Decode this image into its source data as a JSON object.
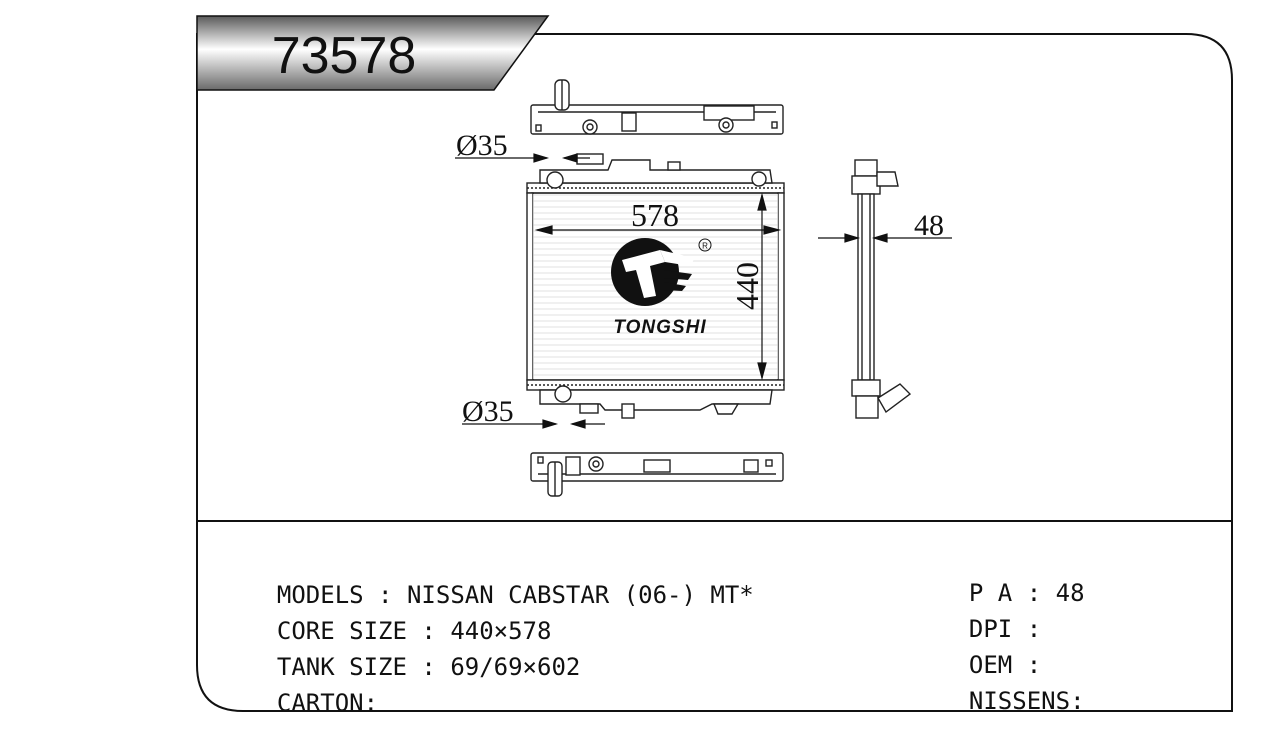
{
  "header": {
    "part_number": "73578"
  },
  "dimensions": {
    "inlet_diameter": "Ø35",
    "outlet_diameter": "Ø35",
    "core_width": "578",
    "core_height": "440",
    "thickness": "48"
  },
  "logo": {
    "brand": "TONGSHI",
    "registered_mark": "R"
  },
  "specs_left": [
    {
      "label": "MODELS",
      "sep": " : ",
      "value": "NISSAN CABSTAR (06-) MT*"
    },
    {
      "label": "CORE SIZE",
      "sep": " : ",
      "value": "440×578"
    },
    {
      "label": "TANK SIZE",
      "sep": " : ",
      "value": "69/69×602"
    },
    {
      "label": "CARTON",
      "sep": ":",
      "value": ""
    }
  ],
  "specs_right": [
    {
      "label": "P A",
      "sep": " : ",
      "value": "48"
    },
    {
      "label": "DPI",
      "sep": " : ",
      "value": ""
    },
    {
      "label": "OEM",
      "sep": " : ",
      "value": ""
    },
    {
      "label": "NISSENS",
      "sep": ":",
      "value": ""
    }
  ]
}
